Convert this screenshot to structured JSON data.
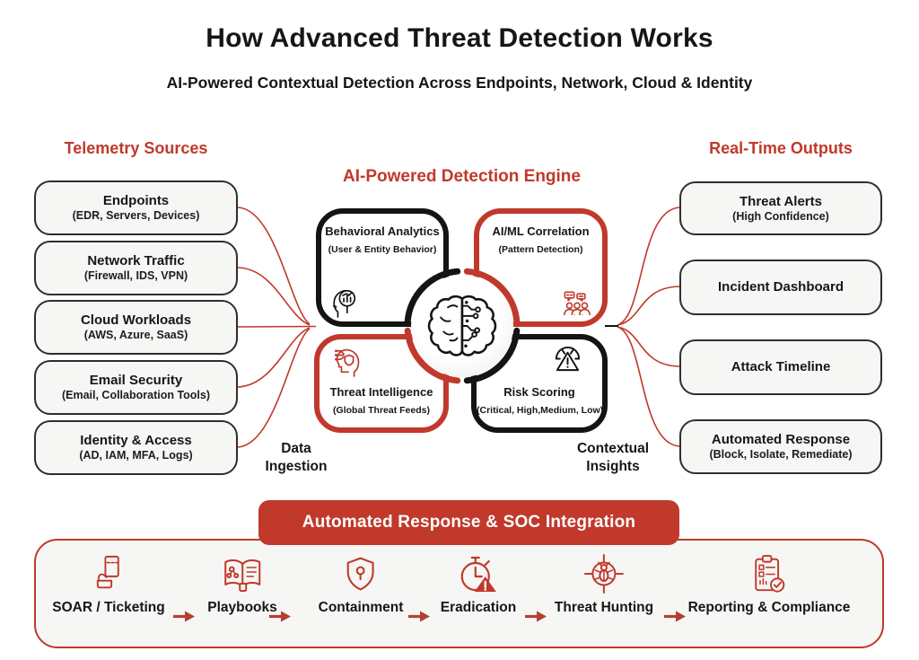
{
  "header": {
    "title": "How Advanced Threat Detection Works",
    "subtitle": "AI-Powered Contextual Detection Across Endpoints, Network, Cloud & Identity"
  },
  "colors": {
    "red": "#c0392b",
    "black": "#141414",
    "box_bg": "#f6f6f4",
    "box_border": "#2e2e2e"
  },
  "telemetry": {
    "heading": "Telemetry Sources",
    "items": [
      {
        "title": "Endpoints",
        "subtitle": "(EDR, Servers, Devices)"
      },
      {
        "title": "Network Traffic",
        "subtitle": "(Firewall, IDS, VPN)"
      },
      {
        "title": "Cloud Workloads",
        "subtitle": "(AWS, Azure, SaaS)"
      },
      {
        "title": "Email Security",
        "subtitle": "(Email, Collaboration Tools)"
      },
      {
        "title": "Identity & Access",
        "subtitle": "(AD, IAM, MFA, Logs)"
      }
    ]
  },
  "engine": {
    "heading": "AI-Powered Detection Engine",
    "modules": [
      {
        "title": "Behavioral Analytics",
        "subtitle": "(User & Entity Behavior)",
        "accent": "black",
        "icon": "head-chart-icon"
      },
      {
        "title": "AI/ML Correlation",
        "subtitle": "(Pattern Detection)",
        "accent": "red",
        "icon": "group-chat-icon"
      },
      {
        "title": "Threat Intelligence",
        "subtitle": "(Global Threat Feeds)",
        "accent": "red",
        "icon": "head-data-icon"
      },
      {
        "title": "Risk Scoring",
        "subtitle": "(Critical, High,Medium, Low)",
        "accent": "black",
        "icon": "gauge-alert-icon"
      }
    ],
    "hub_icon": "brain-circuit-icon",
    "left_label": "Data Ingestion",
    "right_label": "Contextual Insights"
  },
  "outputs": {
    "heading": "Real-Time Outputs",
    "items": [
      {
        "title": "Threat Alerts",
        "subtitle": "(High Confidence)"
      },
      {
        "title": "Incident Dashboard",
        "subtitle": ""
      },
      {
        "title": "Attack Timeline",
        "subtitle": ""
      },
      {
        "title": "Automated Response",
        "subtitle": "(Block, Isolate, Remediate)"
      }
    ]
  },
  "soc": {
    "banner": "Automated Response & SOC Integration",
    "steps": [
      {
        "label": "SOAR / Ticketing",
        "icon": "ticket-hand-icon"
      },
      {
        "label": "Playbooks",
        "icon": "open-book-icon"
      },
      {
        "label": "Containment",
        "icon": "shield-lock-icon"
      },
      {
        "label": "Eradication",
        "icon": "stopwatch-alert-icon"
      },
      {
        "label": "Threat Hunting",
        "icon": "crosshair-bug-icon"
      },
      {
        "label": "Reporting & Compliance",
        "icon": "clipboard-check-icon"
      }
    ],
    "arrow_icon": "arrow-right-icon"
  }
}
